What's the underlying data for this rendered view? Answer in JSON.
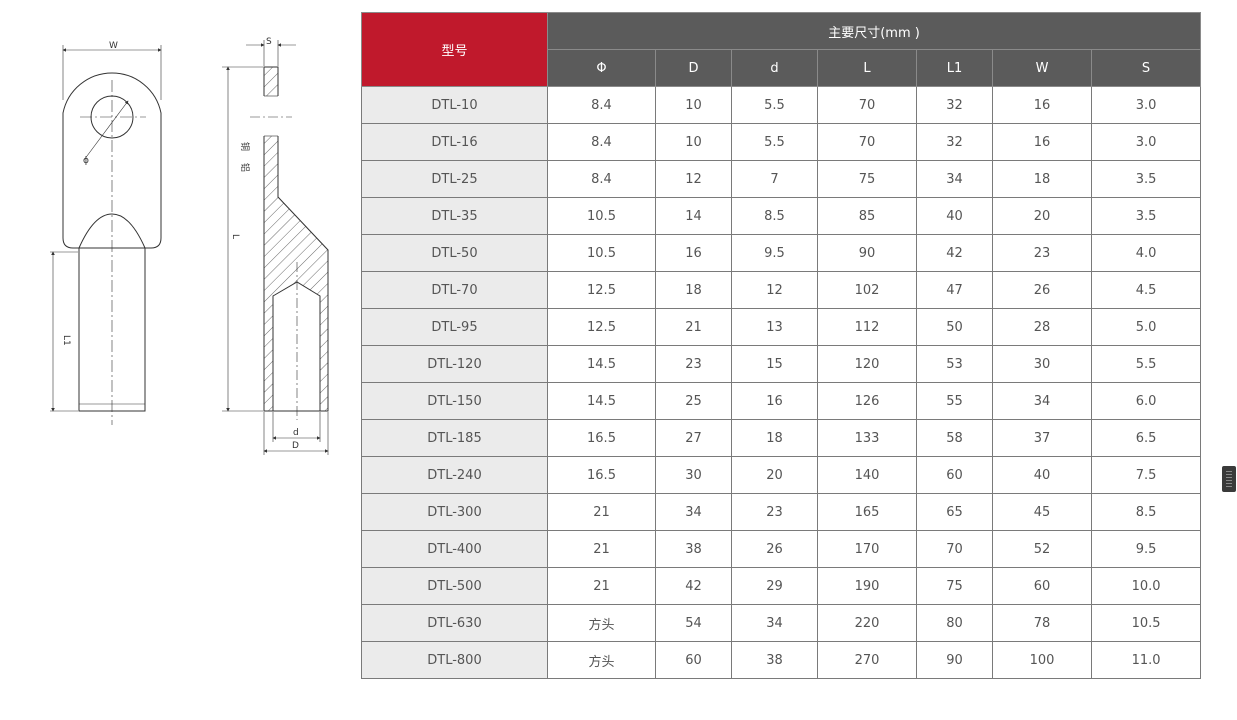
{
  "drawing": {
    "label_w": "W",
    "label_s": "S",
    "label_l": "L",
    "label_l1": "L1",
    "label_d_small": "d",
    "label_d_big": "D",
    "label_phi": "ϕ",
    "material_copper": "铜",
    "material_aluminum": "铝"
  },
  "table": {
    "model_header": "型号",
    "group_header": "主要尺寸(mm )",
    "columns": [
      "Φ",
      "D",
      "d",
      "L",
      "L1",
      "W",
      "S"
    ],
    "rows": [
      {
        "model": "DTL-10",
        "values": [
          "8.4",
          "10",
          "5.5",
          "70",
          "32",
          "16",
          "3.0"
        ]
      },
      {
        "model": "DTL-16",
        "values": [
          "8.4",
          "10",
          "5.5",
          "70",
          "32",
          "16",
          "3.0"
        ]
      },
      {
        "model": "DTL-25",
        "values": [
          "8.4",
          "12",
          "7",
          "75",
          "34",
          "18",
          "3.5"
        ]
      },
      {
        "model": "DTL-35",
        "values": [
          "10.5",
          "14",
          "8.5",
          "85",
          "40",
          "20",
          "3.5"
        ]
      },
      {
        "model": "DTL-50",
        "values": [
          "10.5",
          "16",
          "9.5",
          "90",
          "42",
          "23",
          "4.0"
        ]
      },
      {
        "model": "DTL-70",
        "values": [
          "12.5",
          "18",
          "12",
          "102",
          "47",
          "26",
          "4.5"
        ]
      },
      {
        "model": "DTL-95",
        "values": [
          "12.5",
          "21",
          "13",
          "112",
          "50",
          "28",
          "5.0"
        ]
      },
      {
        "model": "DTL-120",
        "values": [
          "14.5",
          "23",
          "15",
          "120",
          "53",
          "30",
          "5.5"
        ]
      },
      {
        "model": "DTL-150",
        "values": [
          "14.5",
          "25",
          "16",
          "126",
          "55",
          "34",
          "6.0"
        ]
      },
      {
        "model": "DTL-185",
        "values": [
          "16.5",
          "27",
          "18",
          "133",
          "58",
          "37",
          "6.5"
        ]
      },
      {
        "model": "DTL-240",
        "values": [
          "16.5",
          "30",
          "20",
          "140",
          "60",
          "40",
          "7.5"
        ]
      },
      {
        "model": "DTL-300",
        "values": [
          "21",
          "34",
          "23",
          "165",
          "65",
          "45",
          "8.5"
        ]
      },
      {
        "model": "DTL-400",
        "values": [
          "21",
          "38",
          "26",
          "170",
          "70",
          "52",
          "9.5"
        ]
      },
      {
        "model": "DTL-500",
        "values": [
          "21",
          "42",
          "29",
          "190",
          "75",
          "60",
          "10.0"
        ]
      },
      {
        "model": "DTL-630",
        "values": [
          "方头",
          "54",
          "34",
          "220",
          "80",
          "78",
          "10.5"
        ]
      },
      {
        "model": "DTL-800",
        "values": [
          "方头",
          "60",
          "38",
          "270",
          "90",
          "100",
          "11.0"
        ]
      }
    ]
  }
}
